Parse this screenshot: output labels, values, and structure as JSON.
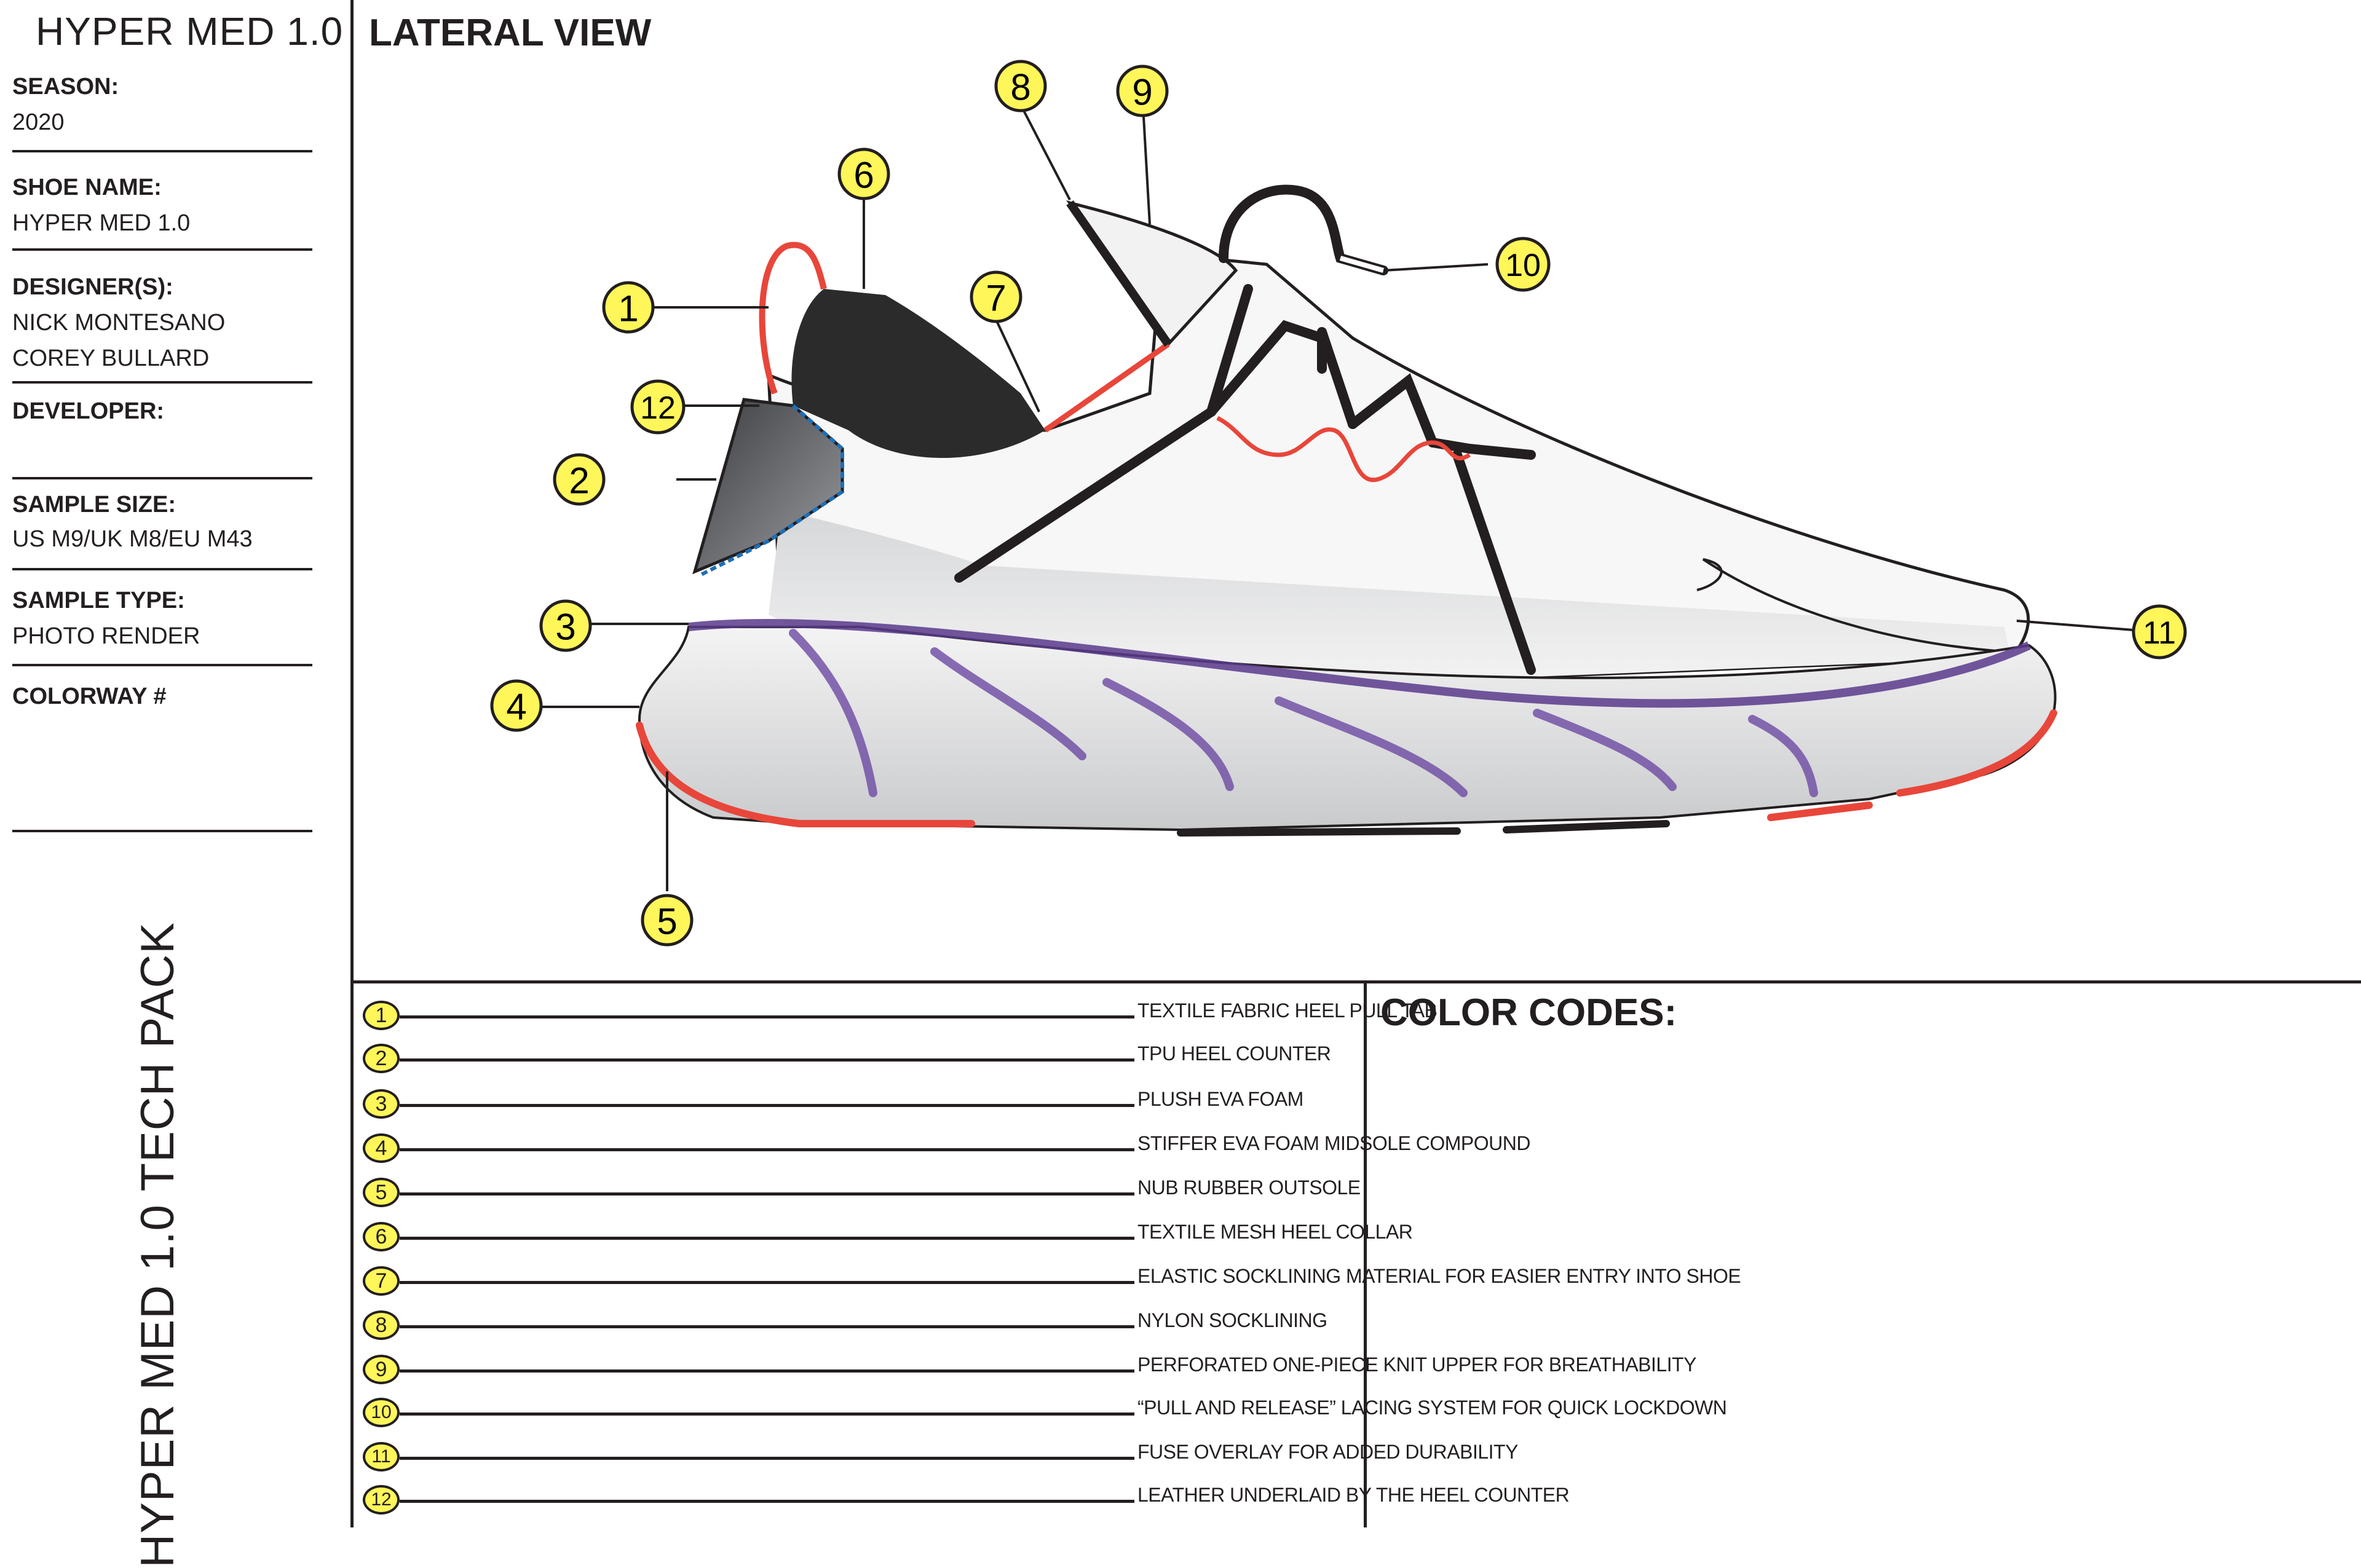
{
  "header": {
    "product_title": "HYPER MED 1.0"
  },
  "fields": [
    {
      "label": "SEASON:",
      "values": [
        "2020"
      ]
    },
    {
      "label": "SHOE NAME:",
      "values": [
        "HYPER MED 1.0"
      ]
    },
    {
      "label": "DESIGNER(S):",
      "values": [
        "NICK MONTESANO",
        "COREY BULLARD"
      ]
    },
    {
      "label": "DEVELOPER:",
      "values": []
    },
    {
      "label": "SAMPLE SIZE:",
      "values": [
        "US M9/UK M8/EU M43"
      ]
    },
    {
      "label": "SAMPLE TYPE:",
      "values": [
        "PHOTO RENDER"
      ]
    },
    {
      "label": "COLORWAY #",
      "values": []
    }
  ],
  "sidebar_title": "HYPER MED 1.0 TECH PACK",
  "view": {
    "title": "LATERAL VIEW"
  },
  "callouts": [
    "1",
    "2",
    "3",
    "4",
    "5",
    "6",
    "7",
    "8",
    "9",
    "10",
    "11",
    "12"
  ],
  "legend": [
    {
      "number": "1",
      "text": "TEXTILE FABRIC HEEL PULL TAB"
    },
    {
      "number": "2",
      "text": "TPU HEEL COUNTER"
    },
    {
      "number": "3",
      "text": "PLUSH EVA FOAM"
    },
    {
      "number": "4",
      "text": "STIFFER EVA FOAM MIDSOLE COMPOUND"
    },
    {
      "number": "5",
      "text": "NUB RUBBER OUTSOLE"
    },
    {
      "number": "6",
      "text": "TEXTILE MESH HEEL COLLAR"
    },
    {
      "number": "7",
      "text": "ELASTIC SOCKLINING MATERIAL FOR EASIER ENTRY INTO SHOE"
    },
    {
      "number": "8",
      "text": "NYLON SOCKLINING"
    },
    {
      "number": "9",
      "text": "PERFORATED ONE-PIECE KNIT UPPER FOR BREATHABILITY"
    },
    {
      "number": "10",
      "text": "“PULL AND RELEASE” LACING SYSTEM FOR QUICK LOCKDOWN"
    },
    {
      "number": "11",
      "text": "FUSE OVERLAY FOR ADDED DURABILITY"
    },
    {
      "number": "12",
      "text": "LEATHER UNDERLAID BY THE HEEL COUNTER"
    }
  ],
  "color_codes": {
    "title": "COLOR CODES:"
  },
  "colors": {
    "badge": "#fff65a",
    "accent_red": "#e8463a",
    "midsole_purple": "#5b3a8c",
    "ink": "#231f20"
  }
}
